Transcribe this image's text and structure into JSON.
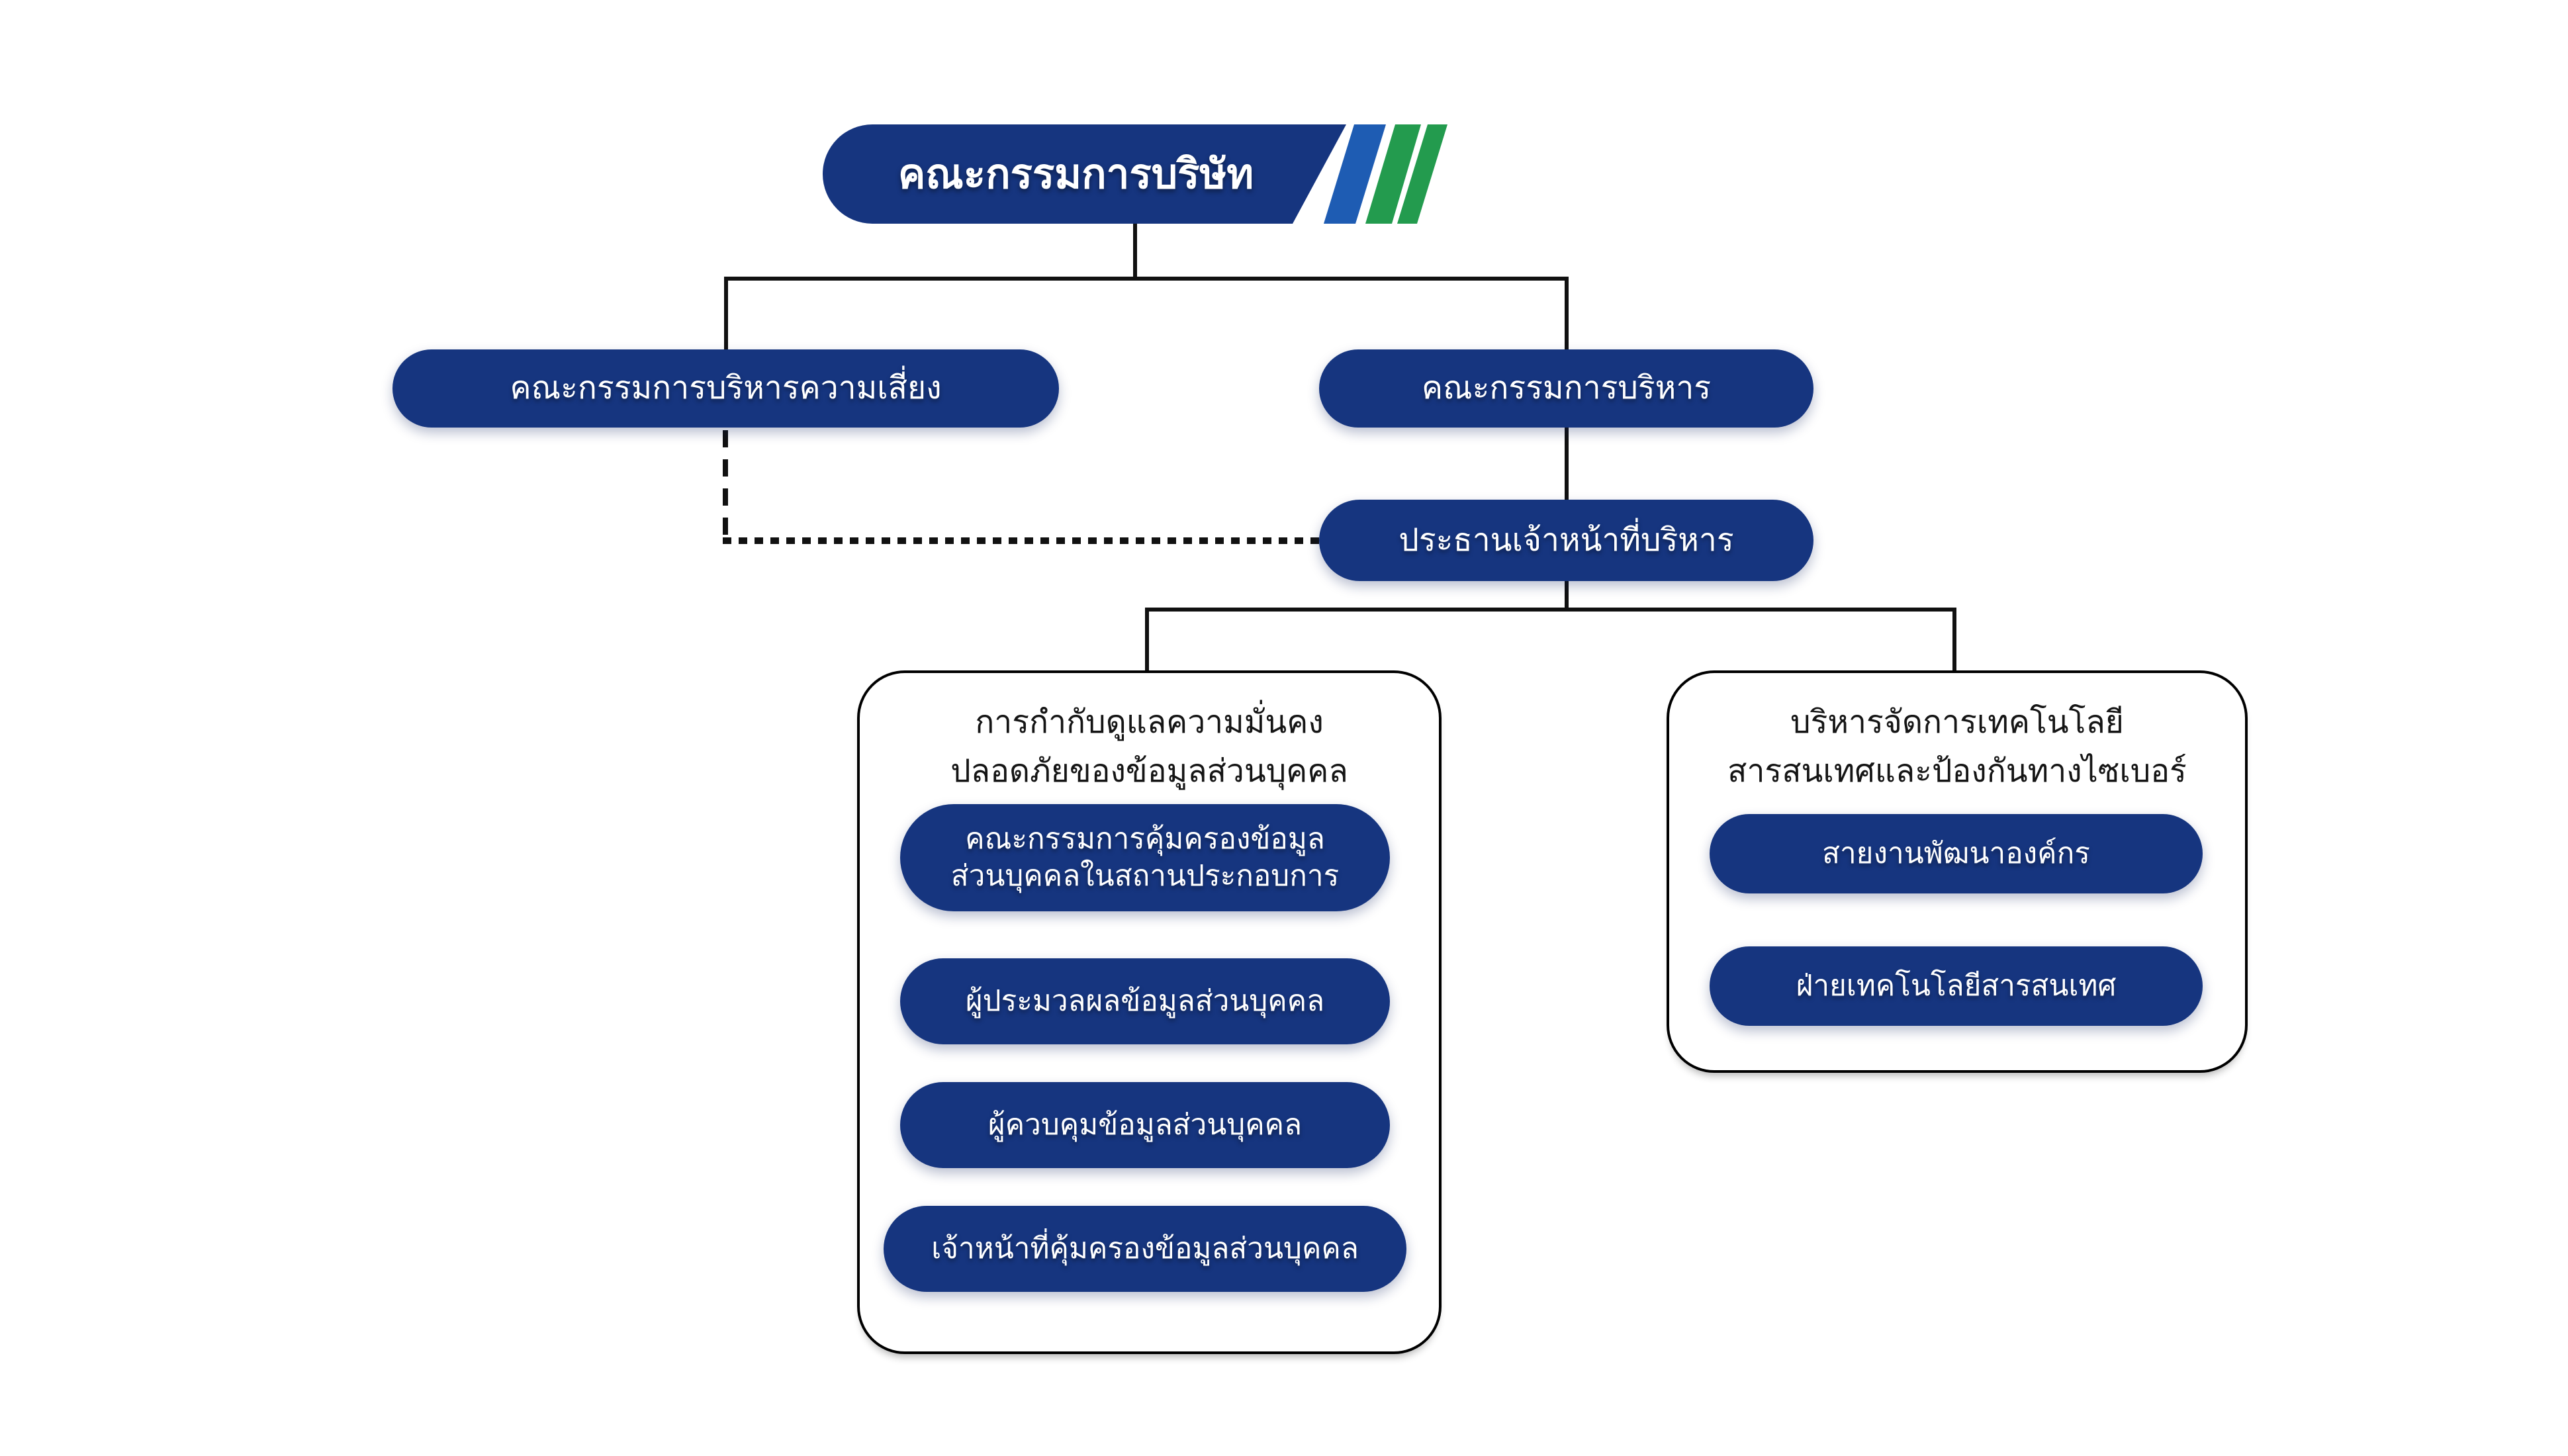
{
  "page": {
    "background": "#ffffff"
  },
  "palette": {
    "node_blue": "#16357F",
    "stripe_light_blue": "#1E5CB3",
    "stripe_green": "#239B4E",
    "connector_black": "#111111",
    "group_title_text": "#151515",
    "node_text": "#FFFFFF"
  },
  "org": {
    "root": {
      "label": "คณะกรรมการบริษัท"
    },
    "level2": {
      "risk_committee": {
        "label": "คณะกรรมการบริหารความเสี่ยง"
      },
      "executive_committee": {
        "label": "คณะกรรมการบริหาร"
      }
    },
    "ceo": {
      "label": "ประธานเจ้าหน้าที่บริหาร"
    },
    "left_group": {
      "title_line1": "การกำกับดูแลความมั่นคง",
      "title_line2": "ปลอดภัยของข้อมูลส่วนบุคคล",
      "pills": [
        {
          "line1": "คณะกรรมการคุ้มครองข้อมูล",
          "line2": "ส่วนบุคคลในสถานประกอบการ"
        },
        {
          "line1": "ผู้ประมวลผลข้อมูลส่วนบุคคล"
        },
        {
          "line1": "ผู้ควบคุมข้อมูลส่วนบุคคล"
        },
        {
          "line1": "เจ้าหน้าที่คุ้มครองข้อมูลส่วนบุคคล"
        }
      ]
    },
    "right_group": {
      "title_line1": "บริหารจัดการเทคโนโลยี",
      "title_line2": "สารสนเทศและป้องกันทางไซเบอร์",
      "pills": [
        {
          "line1": "สายงานพัฒนาองค์กร"
        },
        {
          "line1": "ฝ่ายเทคโนโลยีสารสนเทศ"
        }
      ]
    }
  }
}
